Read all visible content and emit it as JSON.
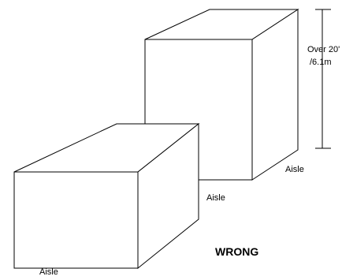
{
  "diagram": {
    "labels": {
      "height_line1": "Over 20'",
      "height_line2": "/6.1m",
      "aisle_back_right": "Aisle",
      "aisle_middle": "Aisle",
      "aisle_front_bottom": "Aisle",
      "verdict": "WRONG"
    },
    "colors": {
      "stroke": "#000000",
      "fill": "#ffffff",
      "text": "#000000"
    }
  }
}
